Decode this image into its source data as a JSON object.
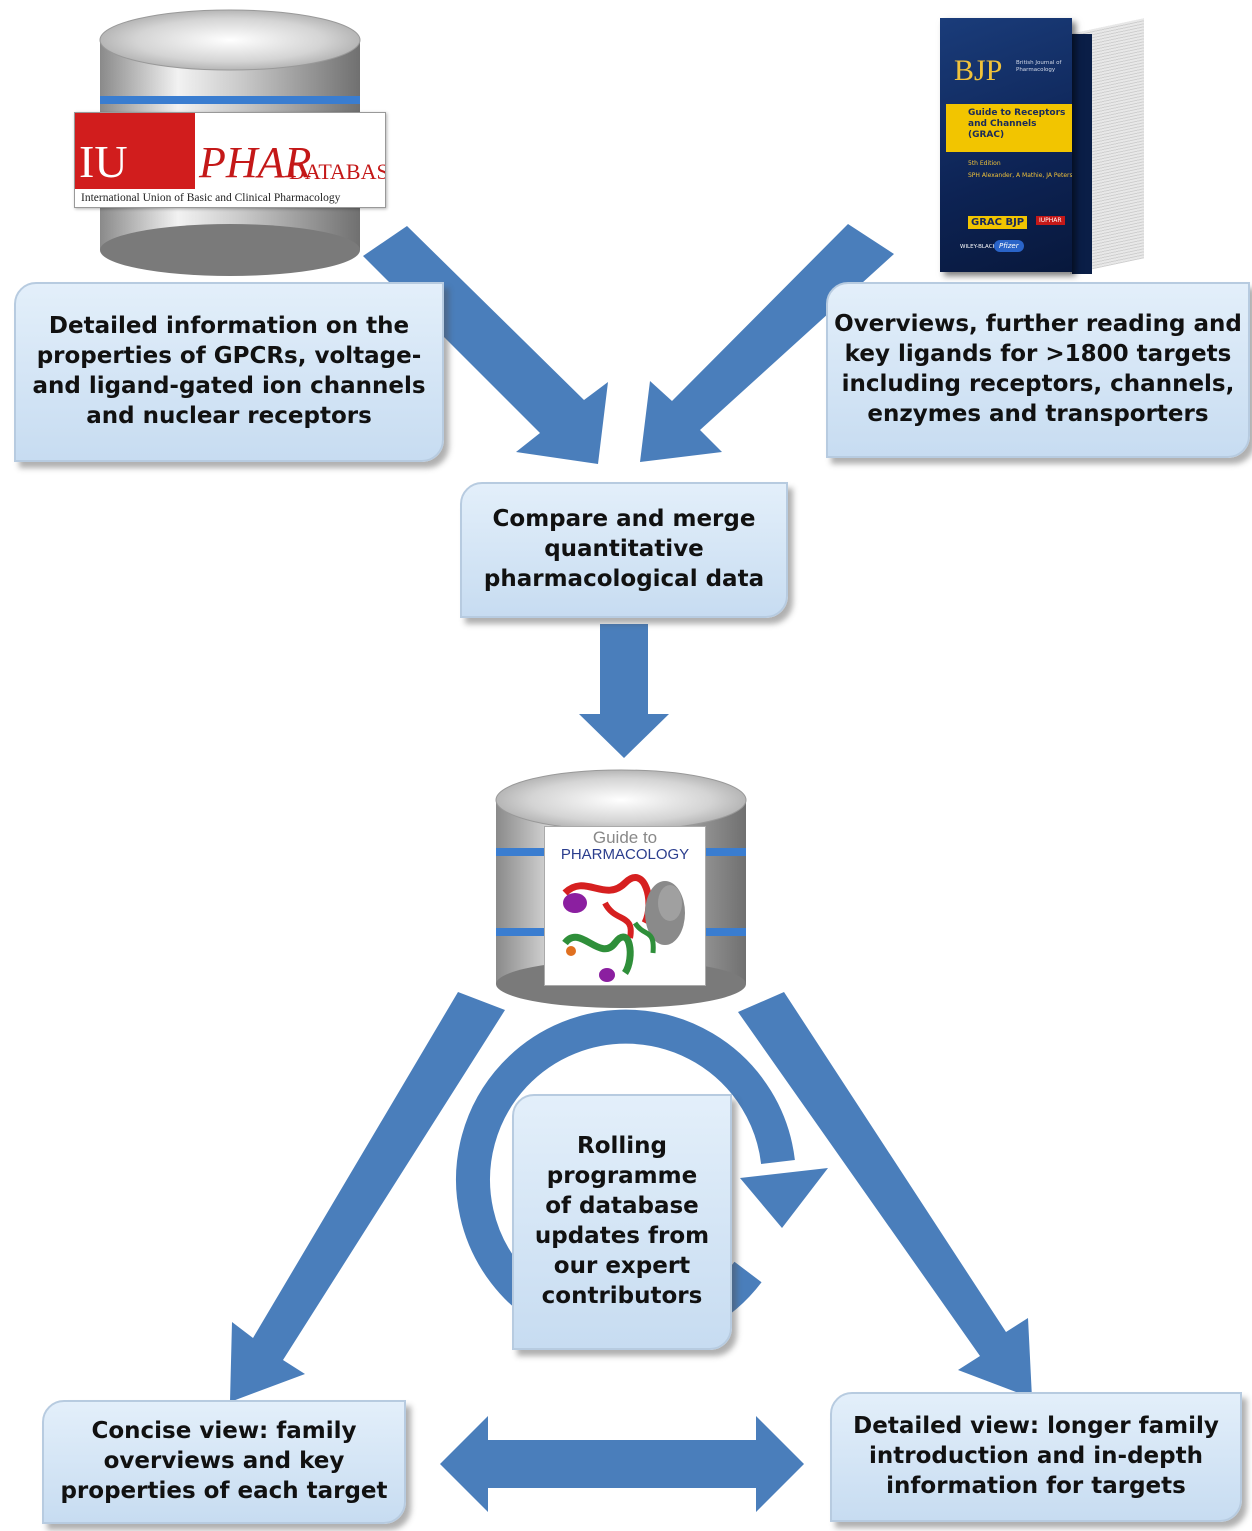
{
  "sources": {
    "iuphar": {
      "logo_iu": "IU",
      "logo_phar": "PHAR",
      "logo_database": "DATABASE",
      "logo_subtitle": "International Union of Basic and Clinical Pharmacology",
      "description": [
        "Detailed information on the",
        "properties of GPCRs, voltage-",
        "and ligand-gated ion channels",
        "and nuclear receptors"
      ]
    },
    "bjp_book": {
      "title": "BJP",
      "subtitle": "British Journal of Pharmacology",
      "guide": [
        "Guide to Receptors",
        "and Channels (GRAC)"
      ],
      "edition": "5th Edition",
      "authors": "SPH Alexander, A Mathie, JA Peters",
      "grac_badge": "GRAC BJP",
      "publisher": "WILEY-BLACKWELL",
      "sponsor": "Pfizer",
      "iuphar_badge": "IUPHAR",
      "description": [
        "Overviews, further reading and",
        "key ligands for >1800 targets",
        "including receptors, channels,",
        "enzymes and transporters"
      ]
    }
  },
  "merge_step": [
    "Compare and merge",
    "quantitative",
    "pharmacological data"
  ],
  "gtp_database": {
    "label_top": "Guide to",
    "label_bottom": "PHARMACOLOGY"
  },
  "rolling_update": [
    "Rolling",
    "programme",
    "of database",
    "updates from",
    "our expert",
    "contributors"
  ],
  "views": {
    "concise": [
      "Concise view: family",
      "overviews and key",
      "properties of each target"
    ],
    "detailed": [
      "Detailed view: longer family",
      "introduction and in-depth",
      "information for targets"
    ]
  },
  "colors": {
    "arrow": "#4a7ebb",
    "box_fill": "#d3e4f5",
    "box_border": "#b7cbe0"
  }
}
